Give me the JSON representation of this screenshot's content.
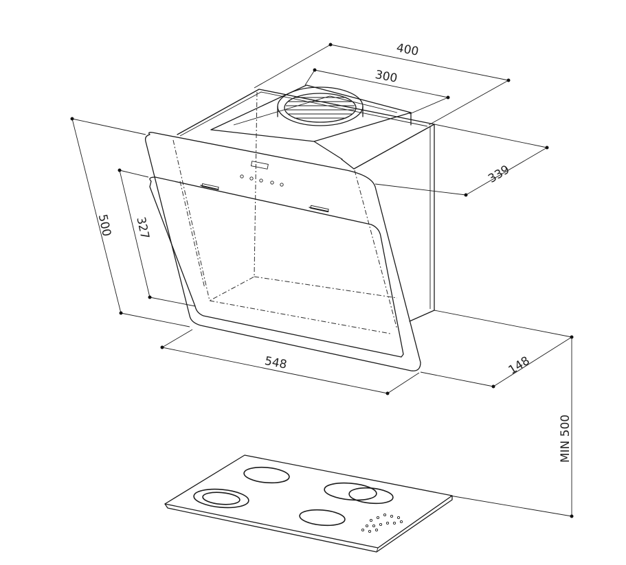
{
  "dimensions": {
    "width_total": "400",
    "width_chimney": "300",
    "depth_chimney": "339",
    "height_total": "500",
    "height_glass": "327",
    "width_base": "548",
    "depth_base": "148",
    "min_height_above_hob": "MIN 500"
  }
}
